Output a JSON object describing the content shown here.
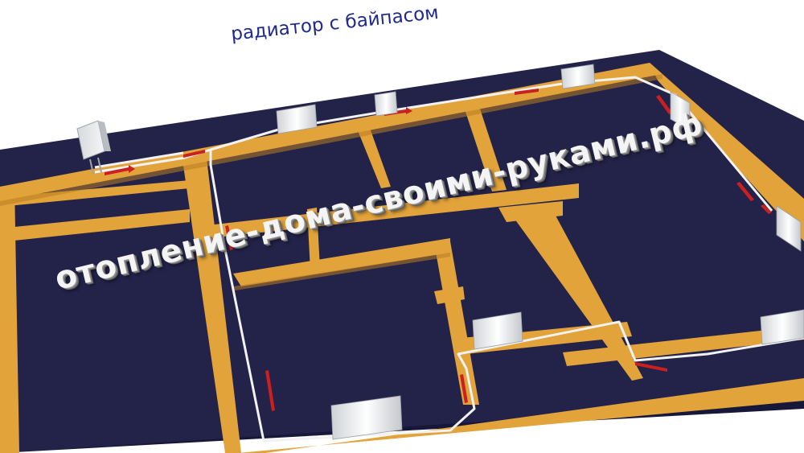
{
  "title": "радиатор с байпасом",
  "watermark": "отопление-дома-своими-руками.рф",
  "colors": {
    "floor": "#23234a",
    "floor_edge": "#17173a",
    "wall": "#e2a33a",
    "wall_dark": "#b97d22",
    "pipe": "#f2f2f2",
    "flow_arrow": "#cc1f1f",
    "title": "#1f2a8c"
  },
  "components": {
    "boiler": "wall-mounted gas boiler",
    "radiator_count": 8,
    "flow_arrow_icon": "red-arrow"
  }
}
